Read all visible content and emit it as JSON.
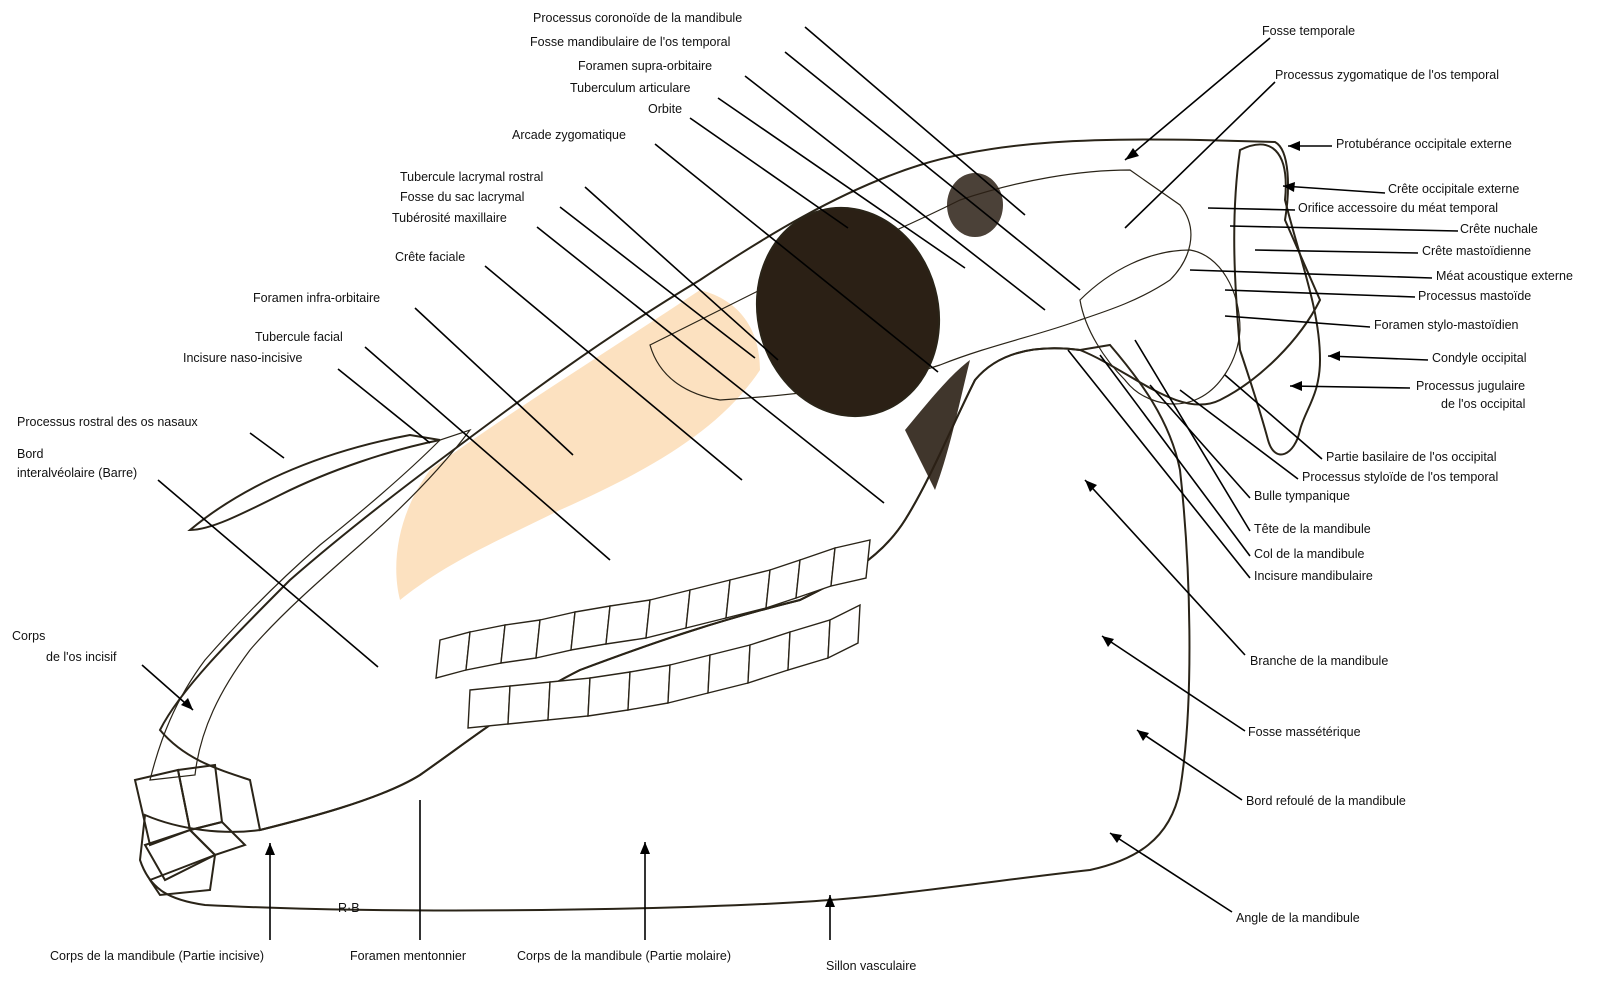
{
  "colors": {
    "mandible": "#fbf0b6",
    "maxilla": "#f4b86e",
    "maxilla_light": "#fac98c",
    "suture": "#b6dff4",
    "teeth": "#ffffff",
    "outline": "#2a2418",
    "orbit": "#2b2015"
  },
  "signature": "R·B",
  "labels": {
    "processus_coronoide": "Processus coronoïde de la mandibule",
    "fosse_mandibulaire": "Fosse mandibulaire de l'os temporal",
    "foramen_supra_orbitaire": "Foramen supra-orbitaire",
    "tuberculum_articulare": "Tuberculum articulare",
    "orbite": "Orbite",
    "arcade_zygomatique": "Arcade zygomatique",
    "tubercule_lacrymal_rostral": "Tubercule lacrymal rostral",
    "fosse_sac_lacrymal": "Fosse du sac lacrymal",
    "tuberosite_maxillaire": "Tubérosité maxillaire",
    "crete_faciale": "Crête faciale",
    "foramen_infra_orbitaire": "Foramen infra-orbitaire",
    "tubercule_facial": "Tubercule facial",
    "incisure_naso_incisive": "Incisure naso-incisive",
    "processus_rostral_nasaux": "Processus rostral des os nasaux",
    "bord_interalveolaire_1": "Bord",
    "bord_interalveolaire_2": "interalvéolaire (Barre)",
    "corps_os_incisif_1": "Corps",
    "corps_os_incisif_2": "de l'os incisif",
    "fosse_temporale": "Fosse temporale",
    "processus_zygomatique_temporal": "Processus zygomatique de l'os temporal",
    "protuberance_occipitale": "Protubérance occipitale externe",
    "crete_occipitale_externe": "Crête occipitale externe",
    "orifice_accessoire": "Orifice accessoire du méat temporal",
    "crete_nuchale": "Crête nuchale",
    "crete_mastoidienne": "Crête mastoïdienne",
    "meat_acoustique": "Méat acoustique externe",
    "processus_mastoide": "Processus mastoïde",
    "foramen_stylo_mastoidien": "Foramen stylo-mastoïdien",
    "condyle_occipital": "Condyle occipital",
    "processus_jugulaire_1": "Processus jugulaire",
    "processus_jugulaire_2": "de l'os occipital",
    "partie_basilaire": "Partie basilaire de l'os occipital",
    "processus_styloide": "Processus styloïde de l'os temporal",
    "bulle_tympanique": "Bulle tympanique",
    "tete_mandibule": "Tête de la mandibule",
    "col_mandibule": "Col de la mandibule",
    "incisure_mandibulaire": "Incisure mandibulaire",
    "branche_mandibule": "Branche de la mandibule",
    "fosse_masseterique": "Fosse massétérique",
    "bord_refoule": "Bord refoulé de la mandibule",
    "angle_mandibule": "Angle de la mandibule",
    "corps_partie_incisive": "Corps de la mandibule (Partie incisive)",
    "foramen_mentonnier": "Foramen mentonnier",
    "corps_partie_molaire": "Corps de la mandibule (Partie molaire)",
    "sillon_vasculaire": "Sillon vasculaire"
  }
}
